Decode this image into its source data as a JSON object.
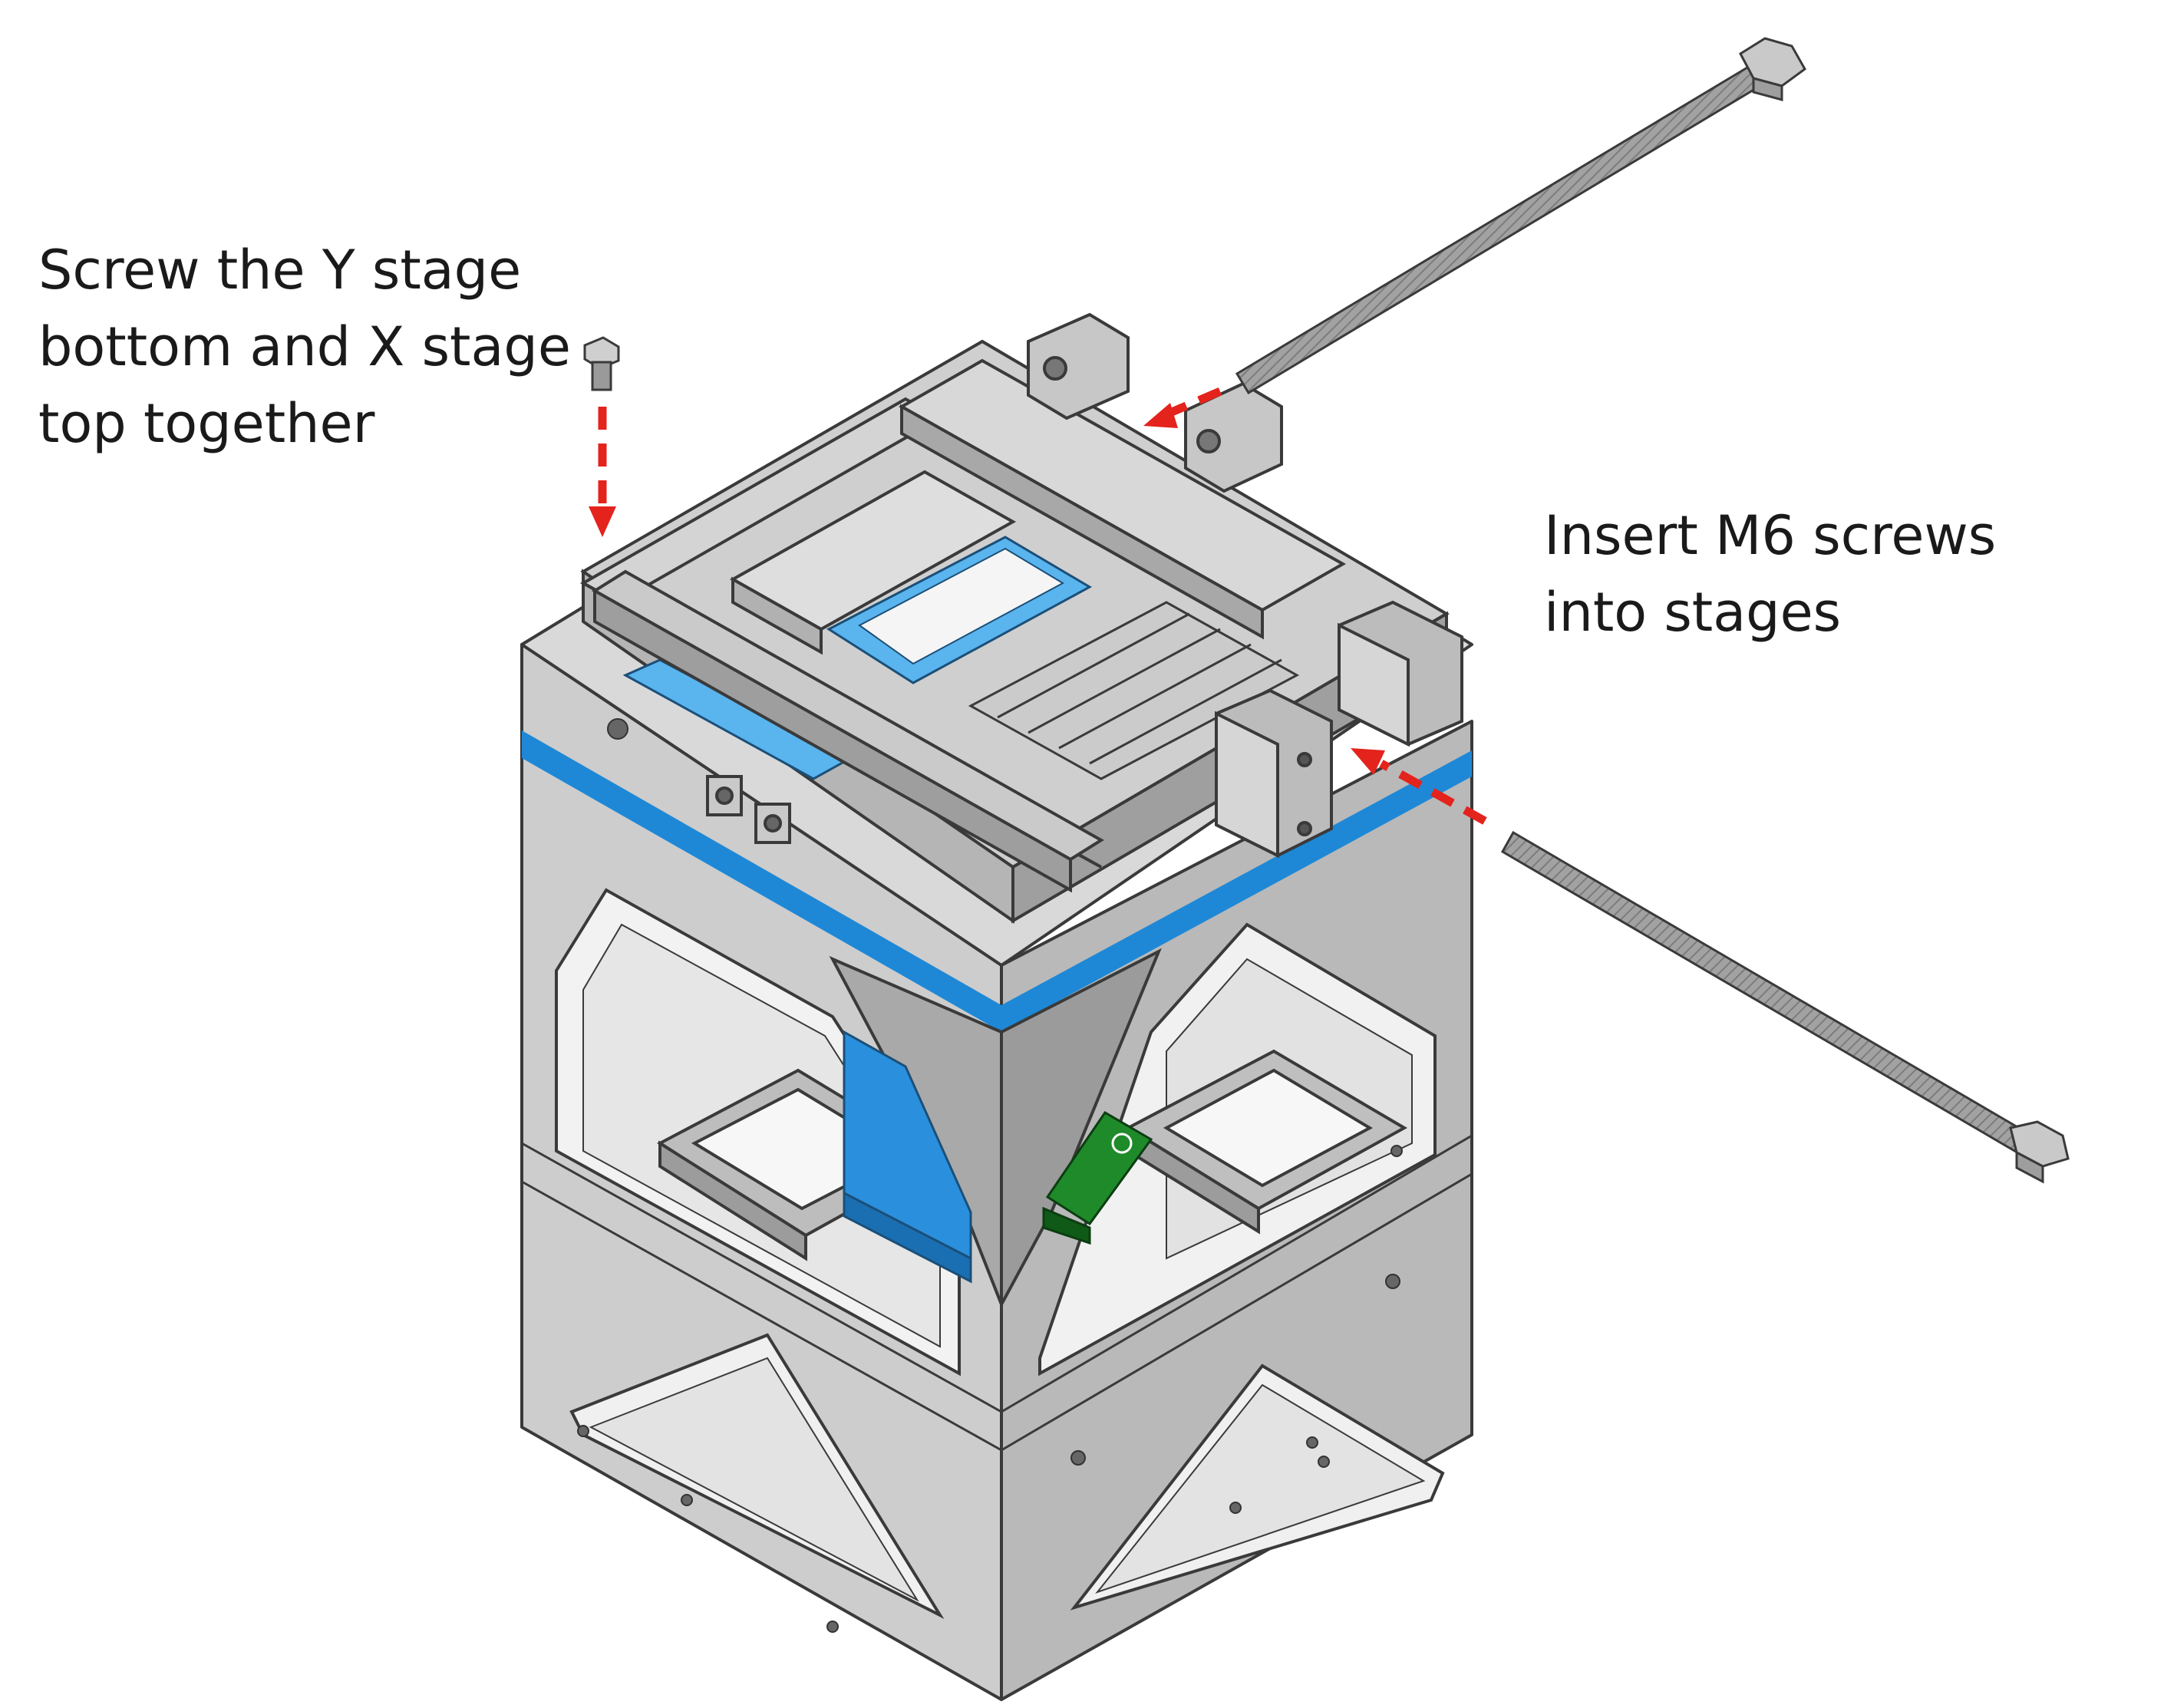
{
  "annotations": {
    "screw_stages": {
      "lines": [
        "Screw the Y stage",
        "bottom and X stage",
        "top together"
      ]
    },
    "insert_m6": {
      "lines": [
        "Insert M6 screws",
        "into stages"
      ]
    }
  },
  "colors": {
    "frame_light": "#dcdcdc",
    "frame_mid": "#c4c4c4",
    "frame_dark": "#a9a9a9",
    "frame_shadow": "#8e8e8e",
    "edge": "#3a3a3a",
    "accent_blue": "#1e88d6",
    "accent_blue_light": "#5ab4ee",
    "pcb_green": "#1f8a2a",
    "arrow_red": "#e4231c",
    "screw_gray": "#9a9a9a"
  },
  "icons": {
    "small_bolt": "hex-bolt-icon",
    "long_screw_top": "hex-bolt-icon",
    "long_screw_bottom": "hex-bolt-icon"
  }
}
